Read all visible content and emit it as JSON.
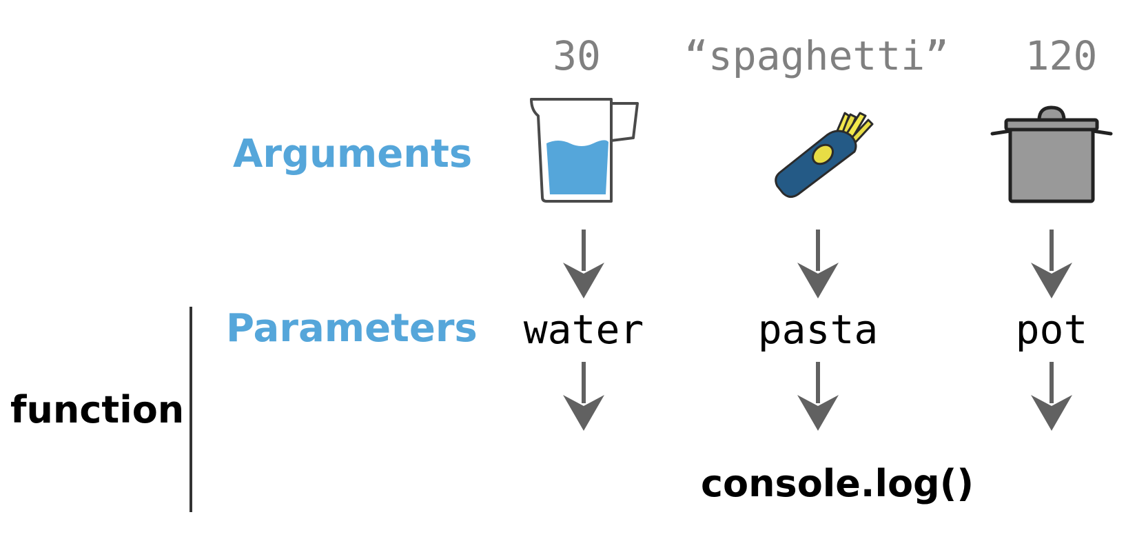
{
  "rows": {
    "arguments_label": "Arguments",
    "parameters_label": "Parameters",
    "function_label": "function"
  },
  "arguments": [
    {
      "value": "30",
      "icon": "measuring-jug-icon"
    },
    {
      "value": "“spaghetti”",
      "icon": "pasta-package-icon"
    },
    {
      "value": "120",
      "icon": "cooking-pot-icon"
    }
  ],
  "parameters": [
    "water",
    "pasta",
    "pot"
  ],
  "function_body": "console.log()",
  "colors": {
    "label_blue": "#55a6da",
    "arrow_gray": "#616161",
    "value_gray": "#808080",
    "water_blue": "#55a6da",
    "pasta_pack": "#245a86",
    "pot_gray": "#999999"
  }
}
